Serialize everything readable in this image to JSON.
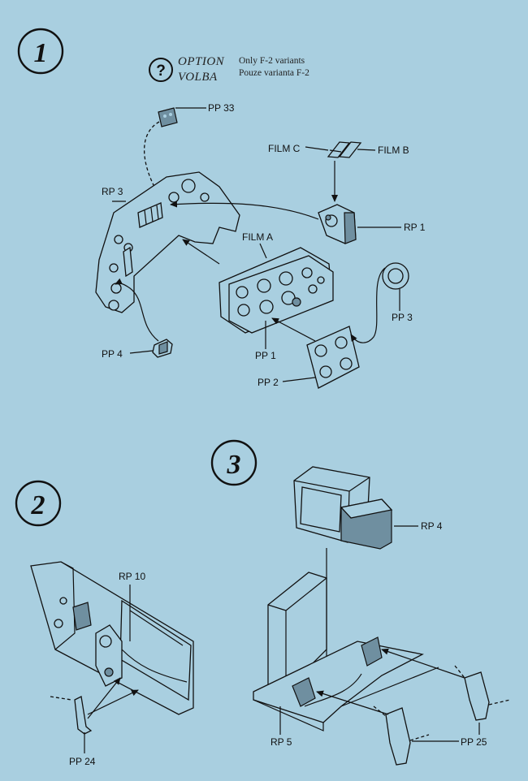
{
  "steps": {
    "s1": "1",
    "s2": "2",
    "s3": "3"
  },
  "option": {
    "mark": "?",
    "title1": "OPTION",
    "title2": "VOLBA",
    "note1": "Only F-2 variants",
    "note2": "Pouze varianta F-2"
  },
  "labels": {
    "pp33": "PP 33",
    "film_c": "FILM C",
    "film_b": "FILM B",
    "rp3": "RP 3",
    "rp1": "RP 1",
    "film_a": "FILM A",
    "pp3": "PP 3",
    "pp4": "PP 4",
    "pp1": "PP 1",
    "pp2": "PP 2",
    "rp4": "RP 4",
    "rp10": "RP 10",
    "pp24": "PP 24",
    "rp5": "RP 5",
    "pp25": "PP 25"
  },
  "colors": {
    "paper": "#a9cfe0",
    "ink": "#111111"
  }
}
